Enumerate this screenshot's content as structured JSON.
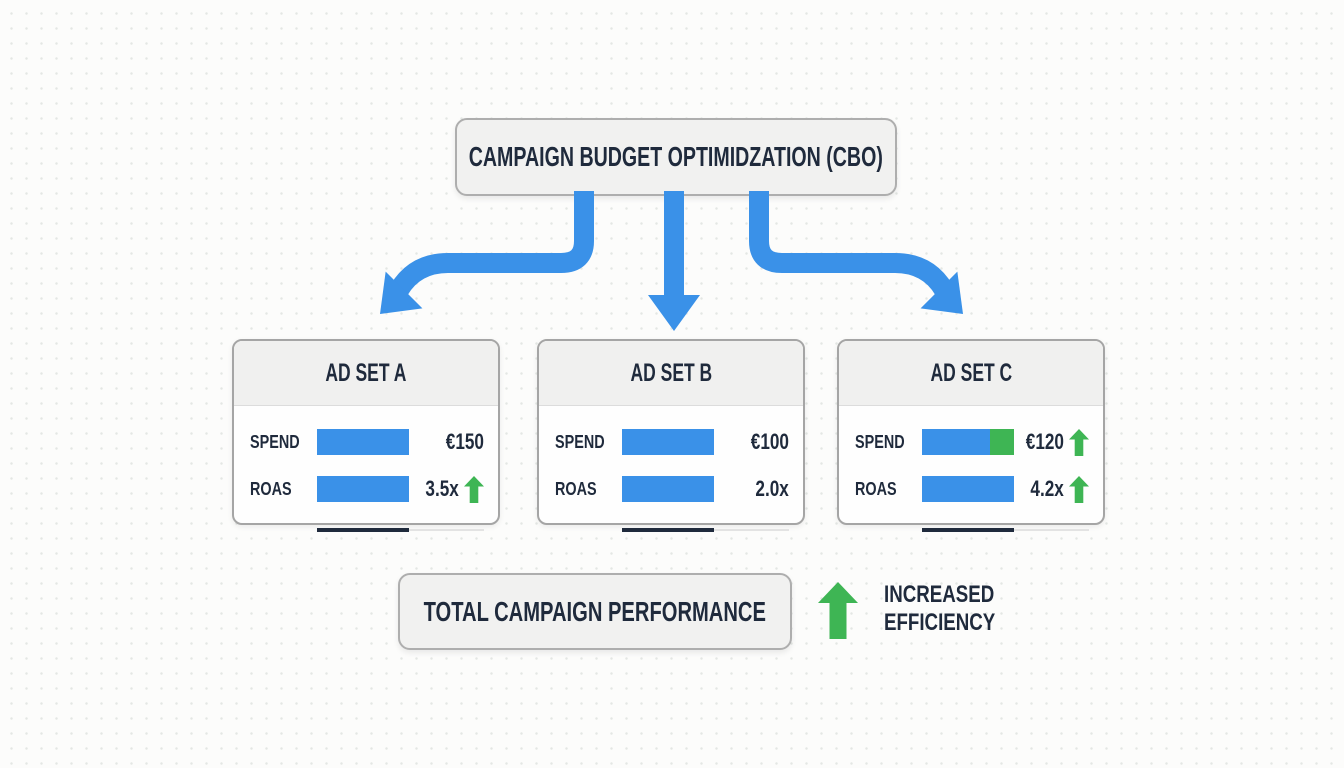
{
  "colors": {
    "blue": "#3a91e8",
    "green": "#3eb554",
    "dark": "#1f2a3c"
  },
  "cbo_box": {
    "label": "CAMPAIGN BUDGET OPTIMIDZATION (CBO)"
  },
  "ad_sets": [
    {
      "title": "AD SET A",
      "rows": [
        {
          "label": "SPEND",
          "value": "€150",
          "segments": [
            {
              "color": "blue",
              "pct": 100
            }
          ],
          "trend_arrow": false
        },
        {
          "label": "ROAS",
          "value": "3.5x",
          "segments": [
            {
              "color": "blue",
              "pct": 100
            }
          ],
          "trend_arrow": true
        }
      ]
    },
    {
      "title": "AD SET B",
      "rows": [
        {
          "label": "SPEND",
          "value": "€100",
          "segments": [
            {
              "color": "blue",
              "pct": 100
            }
          ],
          "trend_arrow": false
        },
        {
          "label": "ROAS",
          "value": "2.0x",
          "segments": [
            {
              "color": "blue",
              "pct": 100
            }
          ],
          "trend_arrow": false
        }
      ]
    },
    {
      "title": "AD SET C",
      "rows": [
        {
          "label": "SPEND",
          "value": "€120",
          "segments": [
            {
              "color": "blue",
              "pct": 74
            },
            {
              "color": "green",
              "pct": 26
            }
          ],
          "trend_arrow": true
        },
        {
          "label": "ROAS",
          "value": "4.2x",
          "segments": [
            {
              "color": "blue",
              "pct": 100
            }
          ],
          "trend_arrow": true
        }
      ]
    }
  ],
  "total_box": {
    "label": "TOTAL CAMPAIGN PERFORMANCE"
  },
  "legend": {
    "icon": "up-arrow-icon",
    "line1": "INCREASED",
    "line2": "EFFICIENCY"
  }
}
